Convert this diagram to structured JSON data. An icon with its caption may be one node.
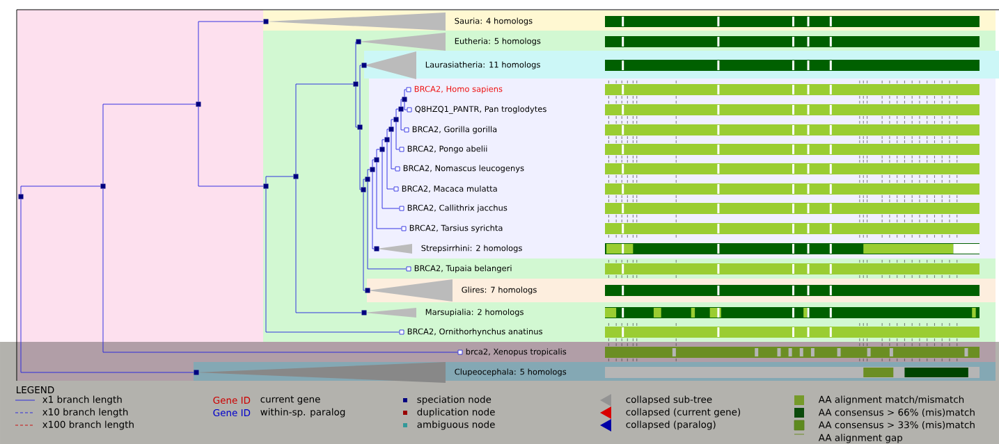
{
  "diagram": {
    "nodes": [
      {
        "text": [
          "Sauria: 4 homologs"
        ]
      },
      {
        "text": [
          "Eutheria: 5 homologs"
        ]
      },
      {
        "text": [
          "Laurasiatheria: 11 homologs"
        ]
      },
      {
        "text": [
          "BRCA2, Homo sapiens"
        ]
      },
      {
        "text": [
          "Q8HZQ1_PANTR, Pan troglodytes"
        ]
      },
      {
        "text": [
          "BRCA2, Gorilla gorilla"
        ]
      },
      {
        "text": [
          "BRCA2, Pongo abelii"
        ]
      },
      {
        "text": [
          "BRCA2, Nomascus leucogenys"
        ]
      },
      {
        "text": [
          "BRCA2, Macaca mulatta"
        ]
      },
      {
        "text": [
          "BRCA2, Callithrix jacchus"
        ]
      },
      {
        "text": [
          "BRCA2, Tarsius syrichta"
        ]
      },
      {
        "text": [
          "Strepsirrhini: 2 homologs"
        ]
      },
      {
        "text": [
          "BRCA2, Tupaia belangeri"
        ]
      },
      {
        "text": [
          "Glires: 7 homologs"
        ]
      },
      {
        "text": [
          "Marsupialia: 2 homologs"
        ]
      },
      {
        "text": [
          "BRCA2, Ornithorhynchus anatinus"
        ]
      },
      {
        "text": [
          "brca2, Xenopus tropicalis"
        ]
      },
      {
        "text": [
          "Clupeocephala: 5 homologs"
        ]
      },
      {
        "text": [],
        "shape": "box"
      },
      {
        "text": [],
        "shape": "box"
      },
      {
        "text": [],
        "shape": "box"
      },
      {
        "text": [],
        "shape": "box"
      },
      {
        "text": [],
        "shape": "box"
      },
      {
        "text": [],
        "shape": "box"
      },
      {
        "text": [],
        "shape": "box"
      },
      {
        "text": [],
        "shape": "box"
      },
      {
        "text": [],
        "shape": "box"
      },
      {
        "text": [],
        "shape": "box"
      },
      {
        "text": [],
        "shape": "box"
      },
      {
        "text": [],
        "shape": "box"
      },
      {
        "text": [],
        "shape": "box"
      },
      {
        "text": [],
        "shape": "box"
      },
      {
        "text": [],
        "shape": "box"
      },
      {
        "text": [],
        "shape": "box"
      },
      {
        "text": [],
        "shape": "box"
      }
    ],
    "edges": [
      {
        "from": 18,
        "to": 19,
        "arrow": "none"
      },
      {
        "from": 18,
        "to": 17,
        "arrow": "none"
      },
      {
        "from": 19,
        "to": 20,
        "arrow": "none"
      },
      {
        "from": 19,
        "to": 16,
        "arrow": "none"
      },
      {
        "from": 20,
        "to": 0,
        "arrow": "none"
      },
      {
        "from": 20,
        "to": 21,
        "arrow": "none"
      },
      {
        "from": 21,
        "to": 22,
        "arrow": "none"
      },
      {
        "from": 21,
        "to": 15,
        "arrow": "none"
      },
      {
        "from": 22,
        "to": 23,
        "arrow": "none"
      },
      {
        "from": 22,
        "to": 14,
        "arrow": "none"
      },
      {
        "from": 23,
        "to": 1,
        "arrow": "none"
      },
      {
        "from": 23,
        "to": 24,
        "arrow": "none"
      },
      {
        "from": 24,
        "to": 2,
        "arrow": "none"
      },
      {
        "from": 24,
        "to": 25,
        "arrow": "none"
      },
      {
        "from": 25,
        "to": 26,
        "arrow": "none"
      },
      {
        "from": 25,
        "to": 13,
        "arrow": "none"
      },
      {
        "from": 26,
        "to": 27,
        "arrow": "none"
      },
      {
        "from": 26,
        "to": 12,
        "arrow": "none"
      },
      {
        "from": 27,
        "to": 28,
        "arrow": "none"
      },
      {
        "from": 27,
        "to": 11,
        "arrow": "none"
      },
      {
        "from": 28,
        "to": 29,
        "arrow": "none"
      },
      {
        "from": 28,
        "to": 10,
        "arrow": "none"
      },
      {
        "from": 29,
        "to": 30,
        "arrow": "none"
      },
      {
        "from": 29,
        "to": 9,
        "arrow": "none"
      },
      {
        "from": 30,
        "to": 31,
        "arrow": "none"
      },
      {
        "from": 30,
        "to": 8,
        "arrow": "none"
      },
      {
        "from": 31,
        "to": 32,
        "arrow": "none"
      },
      {
        "from": 31,
        "to": 7,
        "arrow": "none"
      },
      {
        "from": 32,
        "to": 33,
        "arrow": "none"
      },
      {
        "from": 32,
        "to": 6,
        "arrow": "none"
      },
      {
        "from": 33,
        "to": 34,
        "arrow": "none"
      },
      {
        "from": 33,
        "to": 5,
        "arrow": "none"
      },
      {
        "from": 34,
        "to": 3,
        "arrow": "none"
      },
      {
        "from": 34,
        "to": 4,
        "arrow": "none"
      }
    ],
    "labels": [
      "LEGEND",
      "Gene ID",
      "Gene ID"
    ],
    "legend": [
      {
        "text": "x1 branch length"
      },
      {
        "text": "x10 branch length"
      },
      {
        "text": "x100 branch length"
      },
      {
        "text": "current gene"
      },
      {
        "text": "within-sp. paralog"
      },
      {
        "text": "speciation node",
        "color": "#000080"
      },
      {
        "text": "duplication node",
        "color": "#990000"
      },
      {
        "text": "ambiguous node",
        "color": "#339999"
      },
      {
        "text": "collapsed sub-tree"
      },
      {
        "text": "collapsed (current gene)"
      },
      {
        "text": "collapsed (paralog)"
      },
      {
        "text": "AA alignment match/mismatch",
        "color": "#769a2a"
      },
      {
        "text": "AA consensus > 66% (mis)match",
        "color": "#0b4a0b"
      },
      {
        "text": "AA consensus > 33% (mis)match",
        "color": "#5d8a1e"
      },
      {
        "text": "AA alignment gap"
      }
    ]
  }
}
